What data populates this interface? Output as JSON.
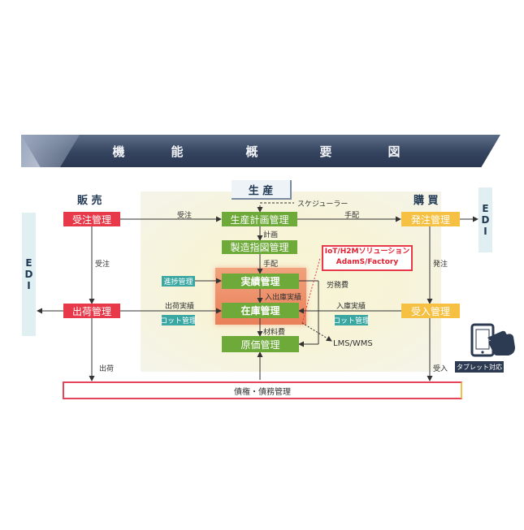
{
  "banner": {
    "chars": [
      "機",
      "能",
      "概",
      "要",
      "図"
    ]
  },
  "sections": {
    "sales": "販 売",
    "production": "生 産",
    "purchasing": "購 買"
  },
  "edi": {
    "left": [
      "E",
      "D",
      "I"
    ],
    "right": [
      "E",
      "D",
      "I"
    ]
  },
  "boxes": {
    "order_management": "受注管理",
    "shipping_management": "出荷管理",
    "production_planning": "生産計画管理",
    "manufacturing_instruction": "製造指図管理",
    "actual_results": "実績管理",
    "inventory": "在庫管理",
    "cost": "原価管理",
    "purchase_order": "発注管理",
    "receiving": "受入管理",
    "progress": "進捗管理",
    "lot_left": "ロット管理",
    "lot_right": "ロット管理",
    "ledger": "債権・債務管理"
  },
  "iot": {
    "line1": "IoT/H2Mソリューション",
    "line2": "AdamS/Factory"
  },
  "labels": {
    "scheduler": "スケジューラー",
    "order_flow": "受注",
    "arrange_right": "手配",
    "plan": "計画",
    "arrange_down": "手配",
    "labor_cost": "労務費",
    "order_left": "受注",
    "ship_actual": "出荷実績",
    "in_out_actual": "入出庫実績",
    "receipt_actual": "入庫実績",
    "material_cost": "材料費",
    "purchase": "発注",
    "lms": "LMS/WMS",
    "ship": "出荷",
    "receive": "受入"
  },
  "tablet": {
    "caption": "タブレット対応",
    "icon": "tablet-hand-icon"
  },
  "colors": {
    "red": "#e8394a",
    "green": "#6eaa3a",
    "orange": "#f6c043",
    "teal": "#3aa7a2",
    "navy": "#34435e"
  }
}
